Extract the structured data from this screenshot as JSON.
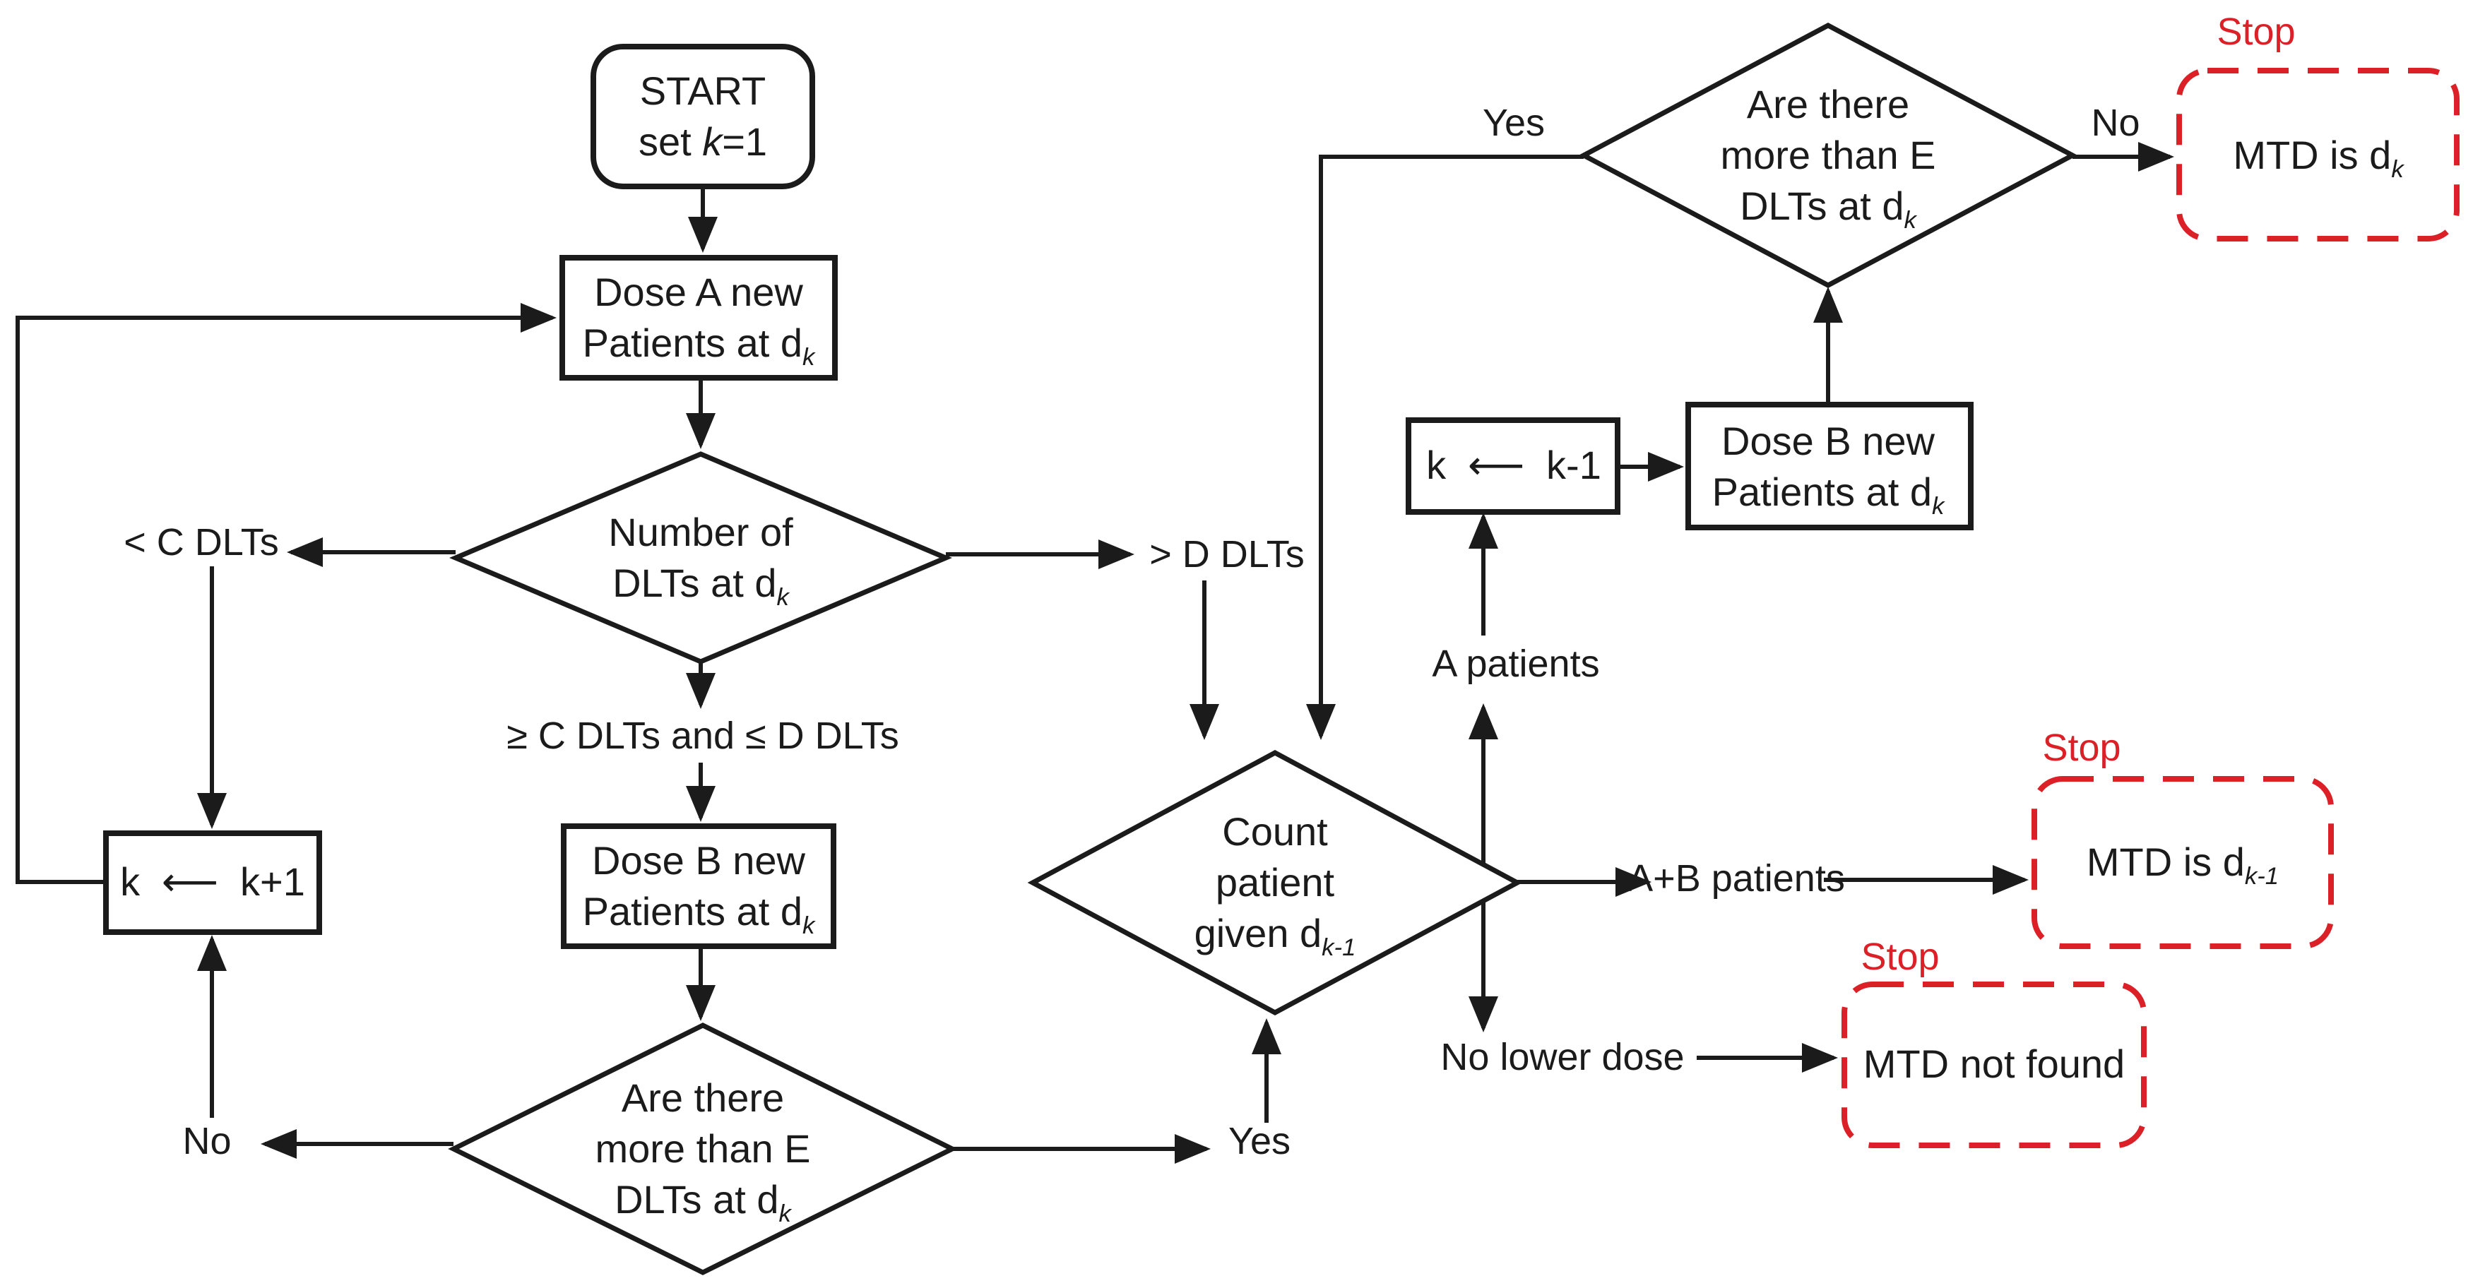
{
  "colors": {
    "ink": "#1b1b1b",
    "red": "#dc2027",
    "box_fill": "#ffffff"
  },
  "nodes": {
    "start": {
      "line1": "START",
      "line2_pre": "set ",
      "line2_var": "k",
      "line2_post": "=1"
    },
    "dose_a": {
      "line1": "Dose A new",
      "line2": "Patients at d",
      "sub": "k"
    },
    "decision_dlt_count": {
      "line1": "Number of",
      "line2": "DLTs at d",
      "sub": "k"
    },
    "increment_k": {
      "lhs": "k",
      "arrow": "⟵",
      "rhs": "k+1"
    },
    "dose_b_left": {
      "line1": "Dose B new",
      "line2": "Patients at d",
      "sub": "k"
    },
    "decision_e_bottom": {
      "line1": "Are there",
      "line2": "more than E",
      "line3": "DLTs at d",
      "sub": "k"
    },
    "count_patients": {
      "line1": "Count",
      "line2": "patient",
      "line3": "given d",
      "sub": "k-1"
    },
    "decrement_k": {
      "lhs": "k",
      "arrow": "⟵",
      "rhs": "k-1"
    },
    "dose_b_right": {
      "line1": "Dose B new",
      "line2": "Patients at d",
      "sub": "k"
    },
    "decision_e_top": {
      "line1": "Are there",
      "line2": "more than E",
      "line3": "DLTs at d",
      "sub": "k"
    },
    "mtd_dk": {
      "stop": "Stop",
      "text": "MTD is d",
      "sub": "k"
    },
    "mtd_dk1": {
      "stop": "Stop",
      "text": "MTD is d",
      "sub": "k-1"
    },
    "mtd_not_found": {
      "stop": "Stop",
      "text": "MTD not found"
    }
  },
  "edge_labels": {
    "lt_c": "< C DLTs",
    "gt_d": "> D DLTs",
    "between": "≥ C DLTs and ≤ D DLTs",
    "no_bottom": "No",
    "yes_bottom": "Yes",
    "a_patients": "A patients",
    "ab_patients": "A+B patients",
    "no_lower_dose": "No lower dose",
    "yes_top": "Yes",
    "no_top": "No"
  }
}
